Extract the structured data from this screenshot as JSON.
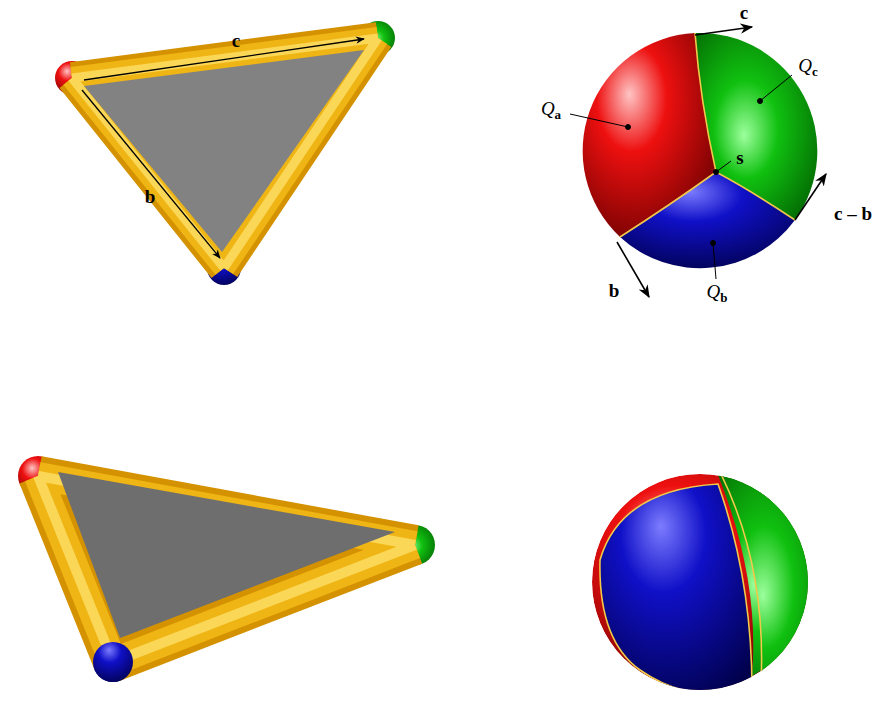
{
  "diagram": {
    "labels": [
      "c",
      "b",
      "c",
      "Qa",
      "s",
      "Qc",
      "c – b",
      "b",
      "Qb"
    ]
  }
}
